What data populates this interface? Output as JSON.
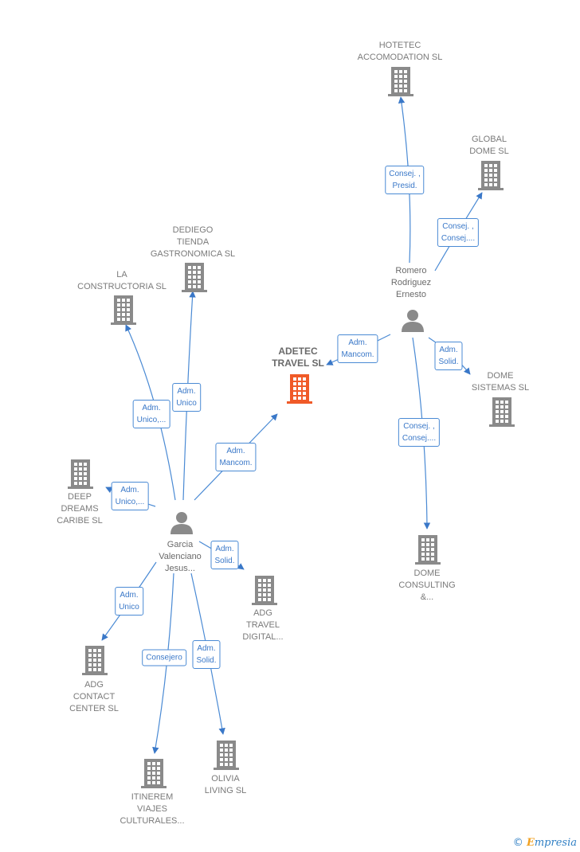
{
  "nodes": {
    "hotetec": {
      "lines": [
        "HOTETEC",
        "ACCOMODATION SL"
      ],
      "kind": "company"
    },
    "global": {
      "lines": [
        "GLOBAL",
        "DOME SL"
      ],
      "kind": "company"
    },
    "romero": {
      "lines": [
        "Romero",
        "Rodriguez",
        "Ernesto"
      ],
      "kind": "person"
    },
    "dediego": {
      "lines": [
        "DEDIEGO",
        "TIENDA",
        "GASTRONOMICA SL"
      ],
      "kind": "company"
    },
    "laconst": {
      "lines": [
        "LA",
        "CONSTRUCTORIA SL"
      ],
      "kind": "company"
    },
    "adetec": {
      "lines": [
        "ADETEC",
        "TRAVEL  SL"
      ],
      "kind": "focus"
    },
    "domesis": {
      "lines": [
        "DOME",
        "SISTEMAS SL"
      ],
      "kind": "company"
    },
    "deep": {
      "lines": [
        "DEEP",
        "DREAMS",
        "CARIBE  SL"
      ],
      "kind": "company"
    },
    "garcia": {
      "lines": [
        "Garcia",
        "Valenciano",
        "Jesus..."
      ],
      "kind": "person"
    },
    "domecons": {
      "lines": [
        "DOME",
        "CONSULTING",
        "&..."
      ],
      "kind": "company"
    },
    "adgtravel": {
      "lines": [
        "ADG",
        "TRAVEL",
        "DIGITAL..."
      ],
      "kind": "company"
    },
    "adgcc": {
      "lines": [
        "ADG",
        "CONTACT",
        "CENTER  SL"
      ],
      "kind": "company"
    },
    "itinerem": {
      "lines": [
        "ITINEREM",
        "VIAJES",
        "CULTURALES..."
      ],
      "kind": "company"
    },
    "olivia": {
      "lines": [
        "OLIVIA",
        "LIVING  SL"
      ],
      "kind": "company"
    }
  },
  "roles": {
    "r_hotetec": [
      "Consej. ,",
      "Presid."
    ],
    "r_global": [
      "Consej. ,",
      "Consej...."
    ],
    "r_adetec_r": [
      "Adm.",
      "Mancom."
    ],
    "r_domesis": [
      "Adm.",
      "Solid."
    ],
    "r_domecons": [
      "Consej. ,",
      "Consej...."
    ],
    "r_dediego": [
      "Adm.",
      "Unico"
    ],
    "r_laconst": [
      "Adm.",
      "Unico,..."
    ],
    "r_adetec_g": [
      "Adm.",
      "Mancom."
    ],
    "r_deep": [
      "Adm.",
      "Unico,..."
    ],
    "r_adgtravel": [
      "Adm.",
      "Solid."
    ],
    "r_adgcc": [
      "Adm.",
      "Unico"
    ],
    "r_itinerem": [
      "Consejero"
    ],
    "r_olivia": [
      "Adm.",
      "Solid."
    ]
  },
  "colors": {
    "company": "#8a8a8a",
    "focus": "#f05a28",
    "person": "#8a8a8a",
    "edge": "#4a8ad4"
  },
  "brand": {
    "symbol": "©",
    "initial": "E",
    "rest": "mpresia"
  }
}
